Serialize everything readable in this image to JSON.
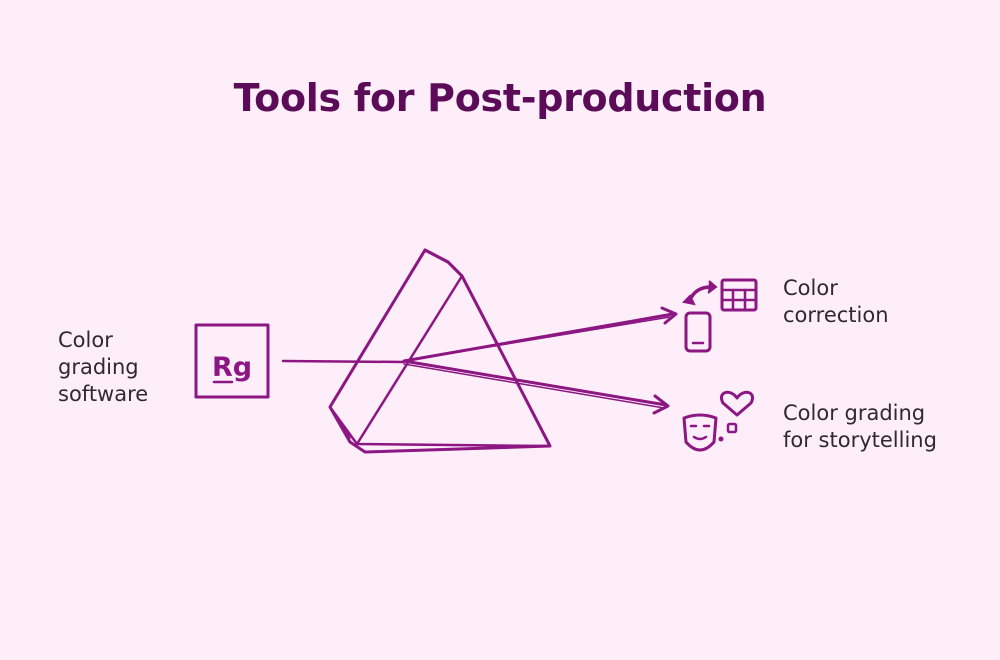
{
  "title": "Tools for Post-production",
  "input": {
    "label": "Color\ngrading\nsoftware",
    "logo_text": "Rg"
  },
  "outputs": [
    {
      "label": "Color\ncorrection",
      "icon": "device-table-transfer-icon"
    },
    {
      "label": "Color grading\nfor storytelling",
      "icon": "mask-heart-icon"
    }
  ],
  "colors": {
    "background": "#fdeefa",
    "title": "#5b0b57",
    "ink": "#8c1682",
    "text": "#2f2a2f"
  }
}
